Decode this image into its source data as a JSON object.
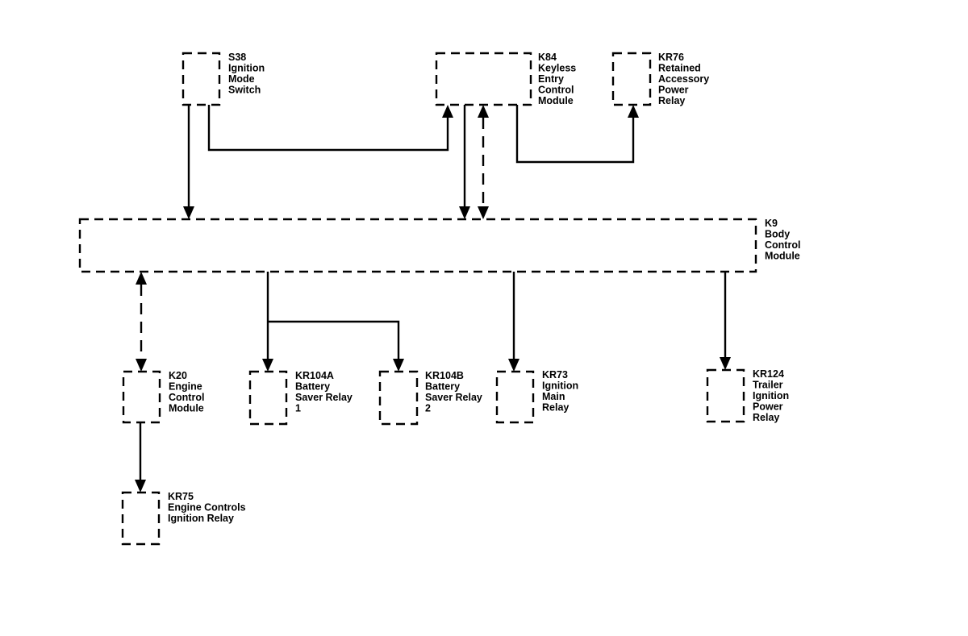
{
  "colors": {
    "line": "#000000",
    "background": "#ffffff"
  },
  "components": {
    "s38": {
      "lines": [
        "S38",
        "Ignition",
        "Mode",
        "Switch"
      ]
    },
    "k84": {
      "lines": [
        "K84",
        "Keyless",
        "Entry",
        "Control",
        "Module"
      ]
    },
    "kr76": {
      "lines": [
        "KR76",
        "Retained",
        "Accessory",
        "Power",
        "Relay"
      ]
    },
    "k9": {
      "lines": [
        "K9",
        "Body",
        "Control",
        "Module"
      ]
    },
    "k20": {
      "lines": [
        "K20",
        "Engine",
        "Control",
        "Module"
      ]
    },
    "kr104a": {
      "lines": [
        "KR104A",
        "Battery",
        "Saver Relay",
        "1"
      ]
    },
    "kr104b": {
      "lines": [
        "KR104B",
        "Battery",
        "Saver Relay",
        "2"
      ]
    },
    "kr73": {
      "lines": [
        "KR73",
        "Ignition",
        "Main",
        "Relay"
      ]
    },
    "kr124": {
      "lines": [
        "KR124",
        "Trailer",
        "Ignition",
        "Power",
        "Relay"
      ]
    },
    "kr75": {
      "lines": [
        "KR75",
        "Engine Controls",
        "Ignition Relay"
      ]
    }
  }
}
